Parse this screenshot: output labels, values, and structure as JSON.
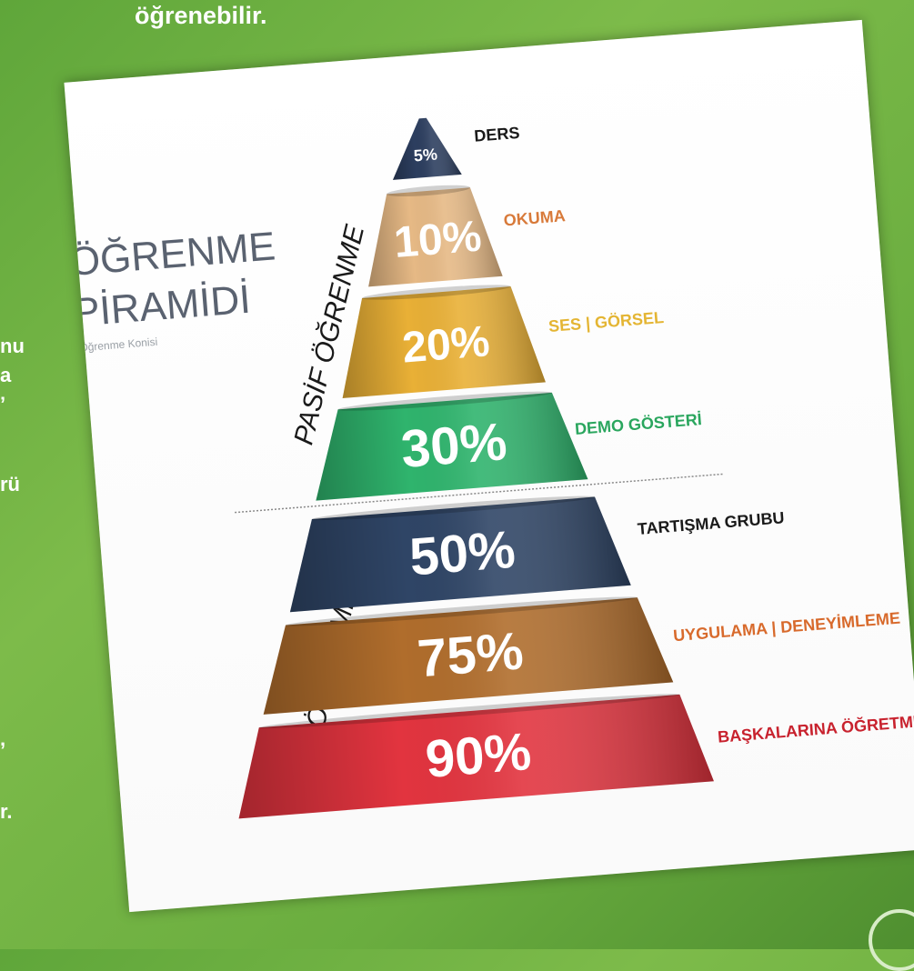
{
  "slide": {
    "heading": "öğrenebilir.",
    "left_fragments": [
      "nu",
      "a",
      "’",
      "rü",
      ",",
      "r."
    ]
  },
  "card": {
    "title_line1": "ÖĞRENME",
    "title_line2": "PİRAMİDİ",
    "subtitle": "Öğrenme Konisi",
    "passive_label": "PASİF ÖĞRENME",
    "active_label": "AKTİF ÖĞRENME"
  },
  "pyramid": {
    "levels": [
      {
        "percent": "5%",
        "label": "DERS",
        "color": "#2c3e5f",
        "label_color": "#1a1a1a"
      },
      {
        "percent": "10%",
        "label": "OKUMA",
        "color": "#e6b985",
        "label_color": "#d87a3a"
      },
      {
        "percent": "20%",
        "label": "SES | GÖRSEL",
        "color": "#e9b036",
        "label_color": "#e4b533"
      },
      {
        "percent": "30%",
        "label": "DEMO  GÖSTERİ",
        "color": "#2fb46d",
        "label_color": "#2aa65e"
      },
      {
        "percent": "50%",
        "label": "TARTIŞMA GRUBU",
        "color": "#2f4566",
        "label_color": "#1a1a1a"
      },
      {
        "percent": "75%",
        "label": "UYGULAMA | DENEYİMLEME",
        "color": "#b06d2c",
        "label_color": "#d86a2c"
      },
      {
        "percent": "90%",
        "label": "BAŞKALARINA ÖĞRETME",
        "color": "#e2343f",
        "label_color": "#c8222e"
      }
    ]
  }
}
